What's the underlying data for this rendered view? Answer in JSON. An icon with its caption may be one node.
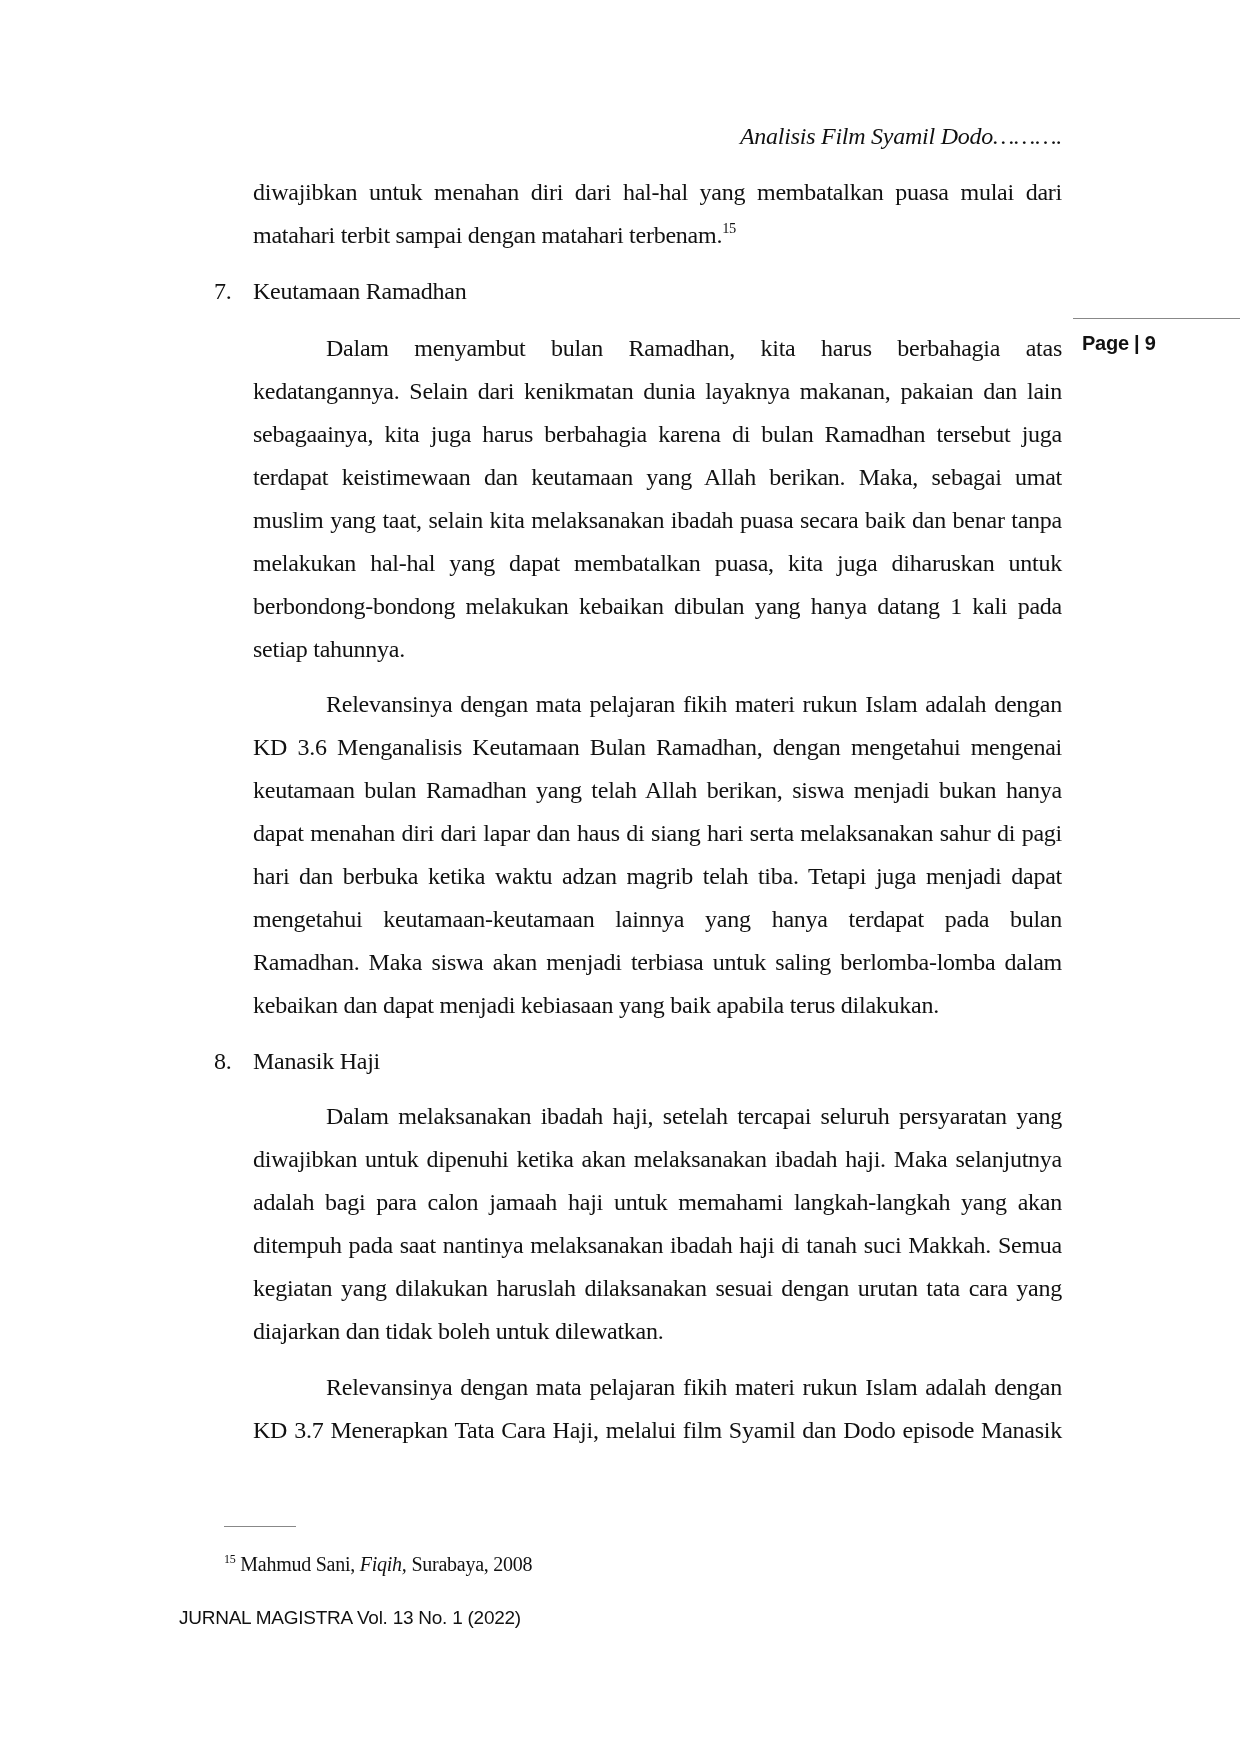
{
  "diagram": {
    "labels": [
      "Analisis Film Syamil Dodo……….",
      "diwajibkan untuk menahan diri dari hal-hal yang membatalkan puasa mulai dari matahari terbit sampai dengan matahari terbenam.$^{15}$",
      "7.",
      "Keutamaan Ramadhan",
      "Page | 9",
      "Dalam menyambut bulan Ramadhan, kita harus berbahagia atas kedatangannya. Selain dari kenikmatan dunia layaknya makanan, pakaian dan lain sebagaainya, kita juga harus berbahagia karena di bulan Ramadhan tersebut juga terdapat keistimewaan dan keutamaan yang Allah berikan. Maka, sebagai umat muslim yang taat, selain kita melaksanakan ibadah puasa secara baik dan benar tanpa melakukan hal-hal yang dapat membatalkan puasa, kita juga diharuskan untuk berbondong-bondong melakukan kebaikan dibulan yang hanya datang 1 kali pada setiap tahunnya.",
      "Relevansinya dengan mata pelajaran fikih materi rukun Islam adalah dengan KD 3.6 Menganalisis Keutamaan Bulan Ramadhan, dengan mengetahui mengenai keutamaan bulan Ramadhan yang telah Allah berikan, siswa menjadi bukan hanya dapat menahan diri dari lapar dan haus di siang hari serta melaksanakan sahur di pagi hari dan berbuka ketika waktu adzan magrib telah tiba. Tetapi juga menjadi dapat mengetahui keutamaan-keutamaan lainnya yang hanya terdapat pada bulan Ramadhan. Maka siswa akan menjadi terbiasa untuk saling berlomba-lomba dalam kebaikan dan dapat menjadi kebiasaan yang baik apabila terus dilakukan.",
      "8.",
      "Manasik Haji",
      "Dalam melaksanakan ibadah haji, setelah tercapai seluruh persyaratan yang diwajibkan untuk dipenuhi ketika akan melaksanakan ibadah haji. Maka selanjutnya adalah bagi para calon jamaah haji untuk memahami langkah-langkah yang akan ditempuh pada saat nantinya melaksanakan ibadah haji di tanah suci Makkah. Semua kegiatan yang dilakukan haruslah dilaksanakan sesuai dengan urutan tata cara yang diajarkan dan tidak boleh untuk dilewatkan.",
      "Relevansinya dengan mata pelajaran fikih materi rukun Islam adalah dengan KD 3.7 Menerapkan Tata Cara Haji, melalui film Syamil dan Dodo episode Manasik",
      "$^{15}$ Mahmud Sani, *Fiqih,* Surabaya, 2008",
      "JURNAL MAGISTRA Vol. 13  No. 1 (2022)"
    ]
  }
}
